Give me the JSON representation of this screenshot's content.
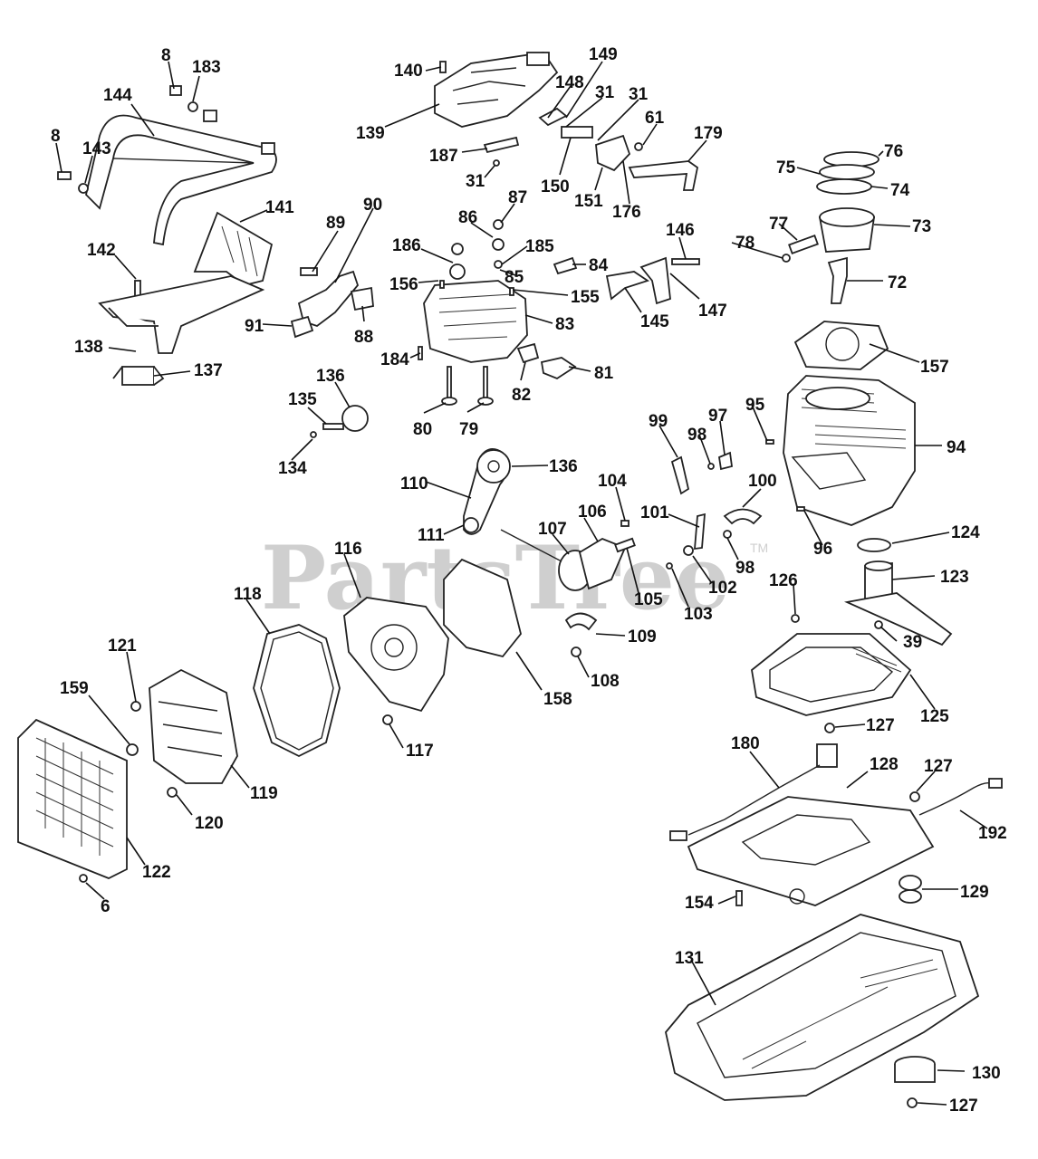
{
  "watermark": {
    "text": "PartsTree",
    "mark": "TM"
  },
  "callouts": [
    {
      "id": "c-8a",
      "text": "8"
    },
    {
      "id": "c-183",
      "text": "183"
    },
    {
      "id": "c-144",
      "text": "144"
    },
    {
      "id": "c-8b",
      "text": "8"
    },
    {
      "id": "c-143",
      "text": "143"
    },
    {
      "id": "c-141",
      "text": "141"
    },
    {
      "id": "c-142",
      "text": "142"
    },
    {
      "id": "c-138",
      "text": "138"
    },
    {
      "id": "c-137",
      "text": "137"
    },
    {
      "id": "c-140",
      "text": "140"
    },
    {
      "id": "c-149",
      "text": "149"
    },
    {
      "id": "c-148",
      "text": "148"
    },
    {
      "id": "c-31a",
      "text": "31"
    },
    {
      "id": "c-31b",
      "text": "31"
    },
    {
      "id": "c-139",
      "text": "139"
    },
    {
      "id": "c-61",
      "text": "61"
    },
    {
      "id": "c-179",
      "text": "179"
    },
    {
      "id": "c-187",
      "text": "187"
    },
    {
      "id": "c-31c",
      "text": "31"
    },
    {
      "id": "c-150",
      "text": "150"
    },
    {
      "id": "c-151",
      "text": "151"
    },
    {
      "id": "c-176",
      "text": "176"
    },
    {
      "id": "c-89",
      "text": "89"
    },
    {
      "id": "c-90",
      "text": "90"
    },
    {
      "id": "c-87",
      "text": "87"
    },
    {
      "id": "c-86",
      "text": "86"
    },
    {
      "id": "c-186",
      "text": "186"
    },
    {
      "id": "c-185",
      "text": "185"
    },
    {
      "id": "c-156",
      "text": "156"
    },
    {
      "id": "c-85",
      "text": "85"
    },
    {
      "id": "c-84",
      "text": "84"
    },
    {
      "id": "c-155",
      "text": "155"
    },
    {
      "id": "c-146",
      "text": "146"
    },
    {
      "id": "c-147",
      "text": "147"
    },
    {
      "id": "c-145",
      "text": "145"
    },
    {
      "id": "c-91",
      "text": "91"
    },
    {
      "id": "c-88",
      "text": "88"
    },
    {
      "id": "c-83",
      "text": "83"
    },
    {
      "id": "c-184",
      "text": "184"
    },
    {
      "id": "c-82",
      "text": "82"
    },
    {
      "id": "c-81",
      "text": "81"
    },
    {
      "id": "c-80",
      "text": "80"
    },
    {
      "id": "c-79",
      "text": "79"
    },
    {
      "id": "c-136a",
      "text": "136"
    },
    {
      "id": "c-135",
      "text": "135"
    },
    {
      "id": "c-134",
      "text": "134"
    },
    {
      "id": "c-76",
      "text": "76"
    },
    {
      "id": "c-75",
      "text": "75"
    },
    {
      "id": "c-74",
      "text": "74"
    },
    {
      "id": "c-73",
      "text": "73"
    },
    {
      "id": "c-77",
      "text": "77"
    },
    {
      "id": "c-78",
      "text": "78"
    },
    {
      "id": "c-72",
      "text": "72"
    },
    {
      "id": "c-157",
      "text": "157"
    },
    {
      "id": "c-95",
      "text": "95"
    },
    {
      "id": "c-94",
      "text": "94"
    },
    {
      "id": "c-99",
      "text": "99"
    },
    {
      "id": "c-98a",
      "text": "98"
    },
    {
      "id": "c-97",
      "text": "97"
    },
    {
      "id": "c-136b",
      "text": "136"
    },
    {
      "id": "c-110",
      "text": "110"
    },
    {
      "id": "c-104",
      "text": "104"
    },
    {
      "id": "c-100",
      "text": "100"
    },
    {
      "id": "c-106",
      "text": "106"
    },
    {
      "id": "c-107",
      "text": "107"
    },
    {
      "id": "c-101",
      "text": "101"
    },
    {
      "id": "c-111",
      "text": "111"
    },
    {
      "id": "c-96",
      "text": "96"
    },
    {
      "id": "c-116",
      "text": "116"
    },
    {
      "id": "c-98b",
      "text": "98"
    },
    {
      "id": "c-124",
      "text": "124"
    },
    {
      "id": "c-102",
      "text": "102"
    },
    {
      "id": "c-105",
      "text": "105"
    },
    {
      "id": "c-103",
      "text": "103"
    },
    {
      "id": "c-126",
      "text": "126"
    },
    {
      "id": "c-123",
      "text": "123"
    },
    {
      "id": "c-118",
      "text": "118"
    },
    {
      "id": "c-109",
      "text": "109"
    },
    {
      "id": "c-39",
      "text": "39"
    },
    {
      "id": "c-121",
      "text": "121"
    },
    {
      "id": "c-108",
      "text": "108"
    },
    {
      "id": "c-159",
      "text": "159"
    },
    {
      "id": "c-158",
      "text": "158"
    },
    {
      "id": "c-125",
      "text": "125"
    },
    {
      "id": "c-127a",
      "text": "127"
    },
    {
      "id": "c-117",
      "text": "117"
    },
    {
      "id": "c-180",
      "text": "180"
    },
    {
      "id": "c-128",
      "text": "128"
    },
    {
      "id": "c-127b",
      "text": "127"
    },
    {
      "id": "c-119",
      "text": "119"
    },
    {
      "id": "c-120",
      "text": "120"
    },
    {
      "id": "c-192",
      "text": "192"
    },
    {
      "id": "c-122",
      "text": "122"
    },
    {
      "id": "c-129",
      "text": "129"
    },
    {
      "id": "c-6",
      "text": "6"
    },
    {
      "id": "c-154",
      "text": "154"
    },
    {
      "id": "c-131",
      "text": "131"
    },
    {
      "id": "c-130",
      "text": "130"
    },
    {
      "id": "c-127c",
      "text": "127"
    }
  ]
}
